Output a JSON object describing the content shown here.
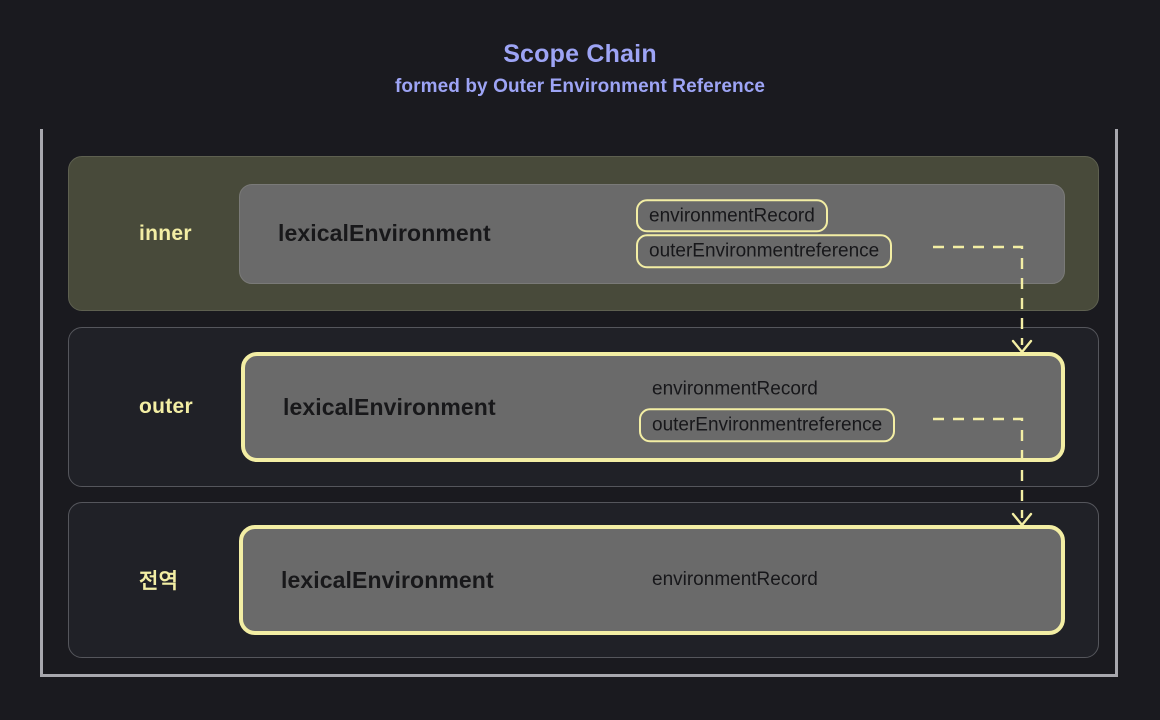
{
  "header": {
    "title": "Scope Chain",
    "subtitle": "formed by Outer Environment Reference",
    "title_color": "#9da4f5"
  },
  "colors": {
    "page_background": "#1a1a1f",
    "accent_yellow": "#f3eea4",
    "highlight_row_background": "#484a3a",
    "row_background": "#202127",
    "box_fill": "#6a6a6a",
    "bracket_border": "#a8a8ae"
  },
  "scopes": [
    {
      "label": "inner",
      "highlighted": true,
      "lexical_environment": {
        "title": "lexicalEnvironment",
        "outlined": false,
        "slots": [
          {
            "label": "environmentRecord",
            "outlined": true
          },
          {
            "label": "outerEnvironmentreference",
            "outlined": true
          }
        ]
      },
      "has_outgoing_reference": true
    },
    {
      "label": "outer",
      "highlighted": false,
      "lexical_environment": {
        "title": "lexicalEnvironment",
        "outlined": true,
        "slots": [
          {
            "label": "environmentRecord",
            "outlined": false
          },
          {
            "label": "outerEnvironmentreference",
            "outlined": true
          }
        ]
      },
      "has_outgoing_reference": true
    },
    {
      "label": "전역",
      "highlighted": false,
      "lexical_environment": {
        "title": "lexicalEnvironment",
        "outlined": true,
        "slots": [
          {
            "label": "environmentRecord",
            "outlined": false
          }
        ]
      },
      "has_outgoing_reference": false
    }
  ],
  "arrows": [
    {
      "from": "inner.outerEnvironmentreference",
      "to": "outer.lexicalEnvironment",
      "style": "dashed"
    },
    {
      "from": "outer.outerEnvironmentreference",
      "to": "global.lexicalEnvironment",
      "style": "dashed"
    }
  ]
}
